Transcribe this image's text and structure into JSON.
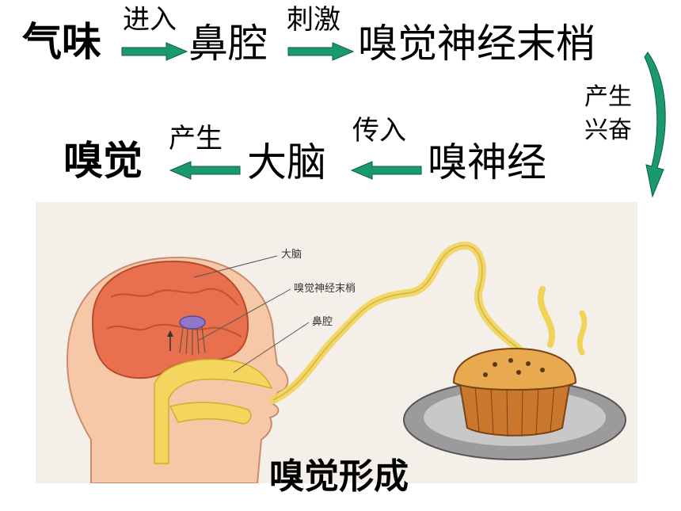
{
  "flow": {
    "row1": {
      "n1": "气味",
      "a1": "进入",
      "n2": "鼻腔",
      "a2": "刺激",
      "n3": "嗅觉神经末梢"
    },
    "side": {
      "line1": "产生",
      "line2": "兴奋"
    },
    "row2": {
      "n1": "嗅觉",
      "a1": "产生",
      "n2": "大脑",
      "a2": "传入",
      "n3": "嗅神经"
    }
  },
  "illustration": {
    "labels": {
      "brain": "大脑",
      "nerve_endings": "嗅觉神经末梢",
      "nasal_cavity": "鼻腔"
    }
  },
  "caption": "嗅觉形成",
  "colors": {
    "arrow": "#1a9970",
    "arrow_edge": "#0d5c44",
    "brain": "#e8704f",
    "smell": "#f2d35a"
  }
}
